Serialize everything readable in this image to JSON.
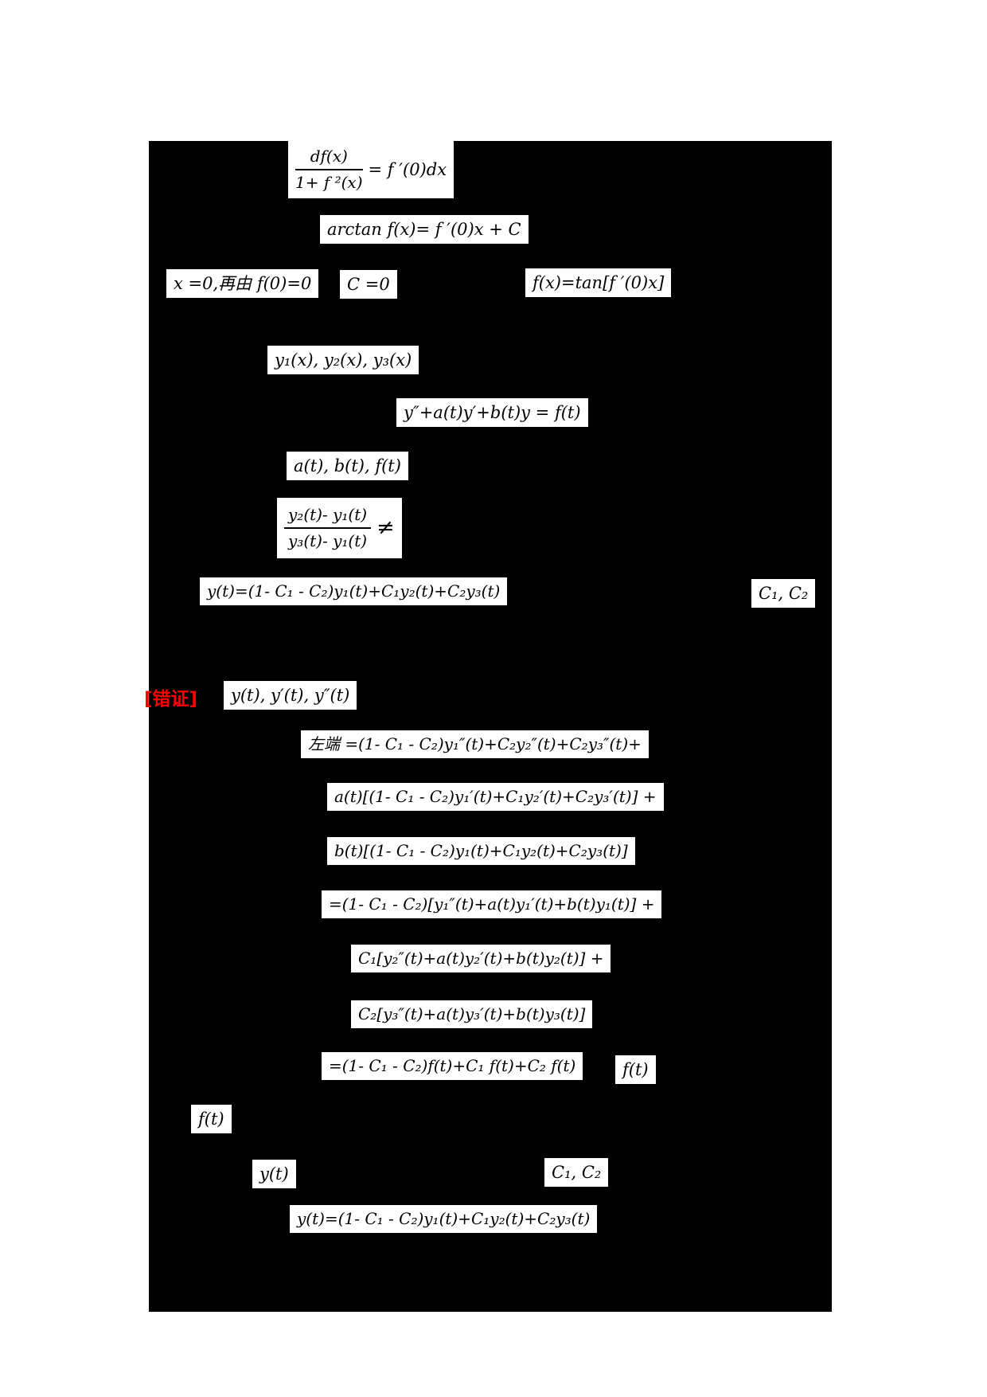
{
  "page": {
    "background": "#ffffff",
    "board_background": "#000000",
    "formula_box_background": "#ffffff",
    "formula_text_color": "#000000",
    "error_label_color": "#ff0000"
  },
  "formulas": {
    "f1": {
      "numerator": "df(x)",
      "denominator": "1+ f ²(x)",
      "rhs": "= f ′(0)dx"
    },
    "f2": "arctan f(x)= f ′(0)x + C",
    "f3a": "x =0,再由 f(0)=0",
    "f3b": "C =0",
    "f3c": "f(x)=tan[f ′(0)x]",
    "f4": "y₁(x), y₂(x), y₃(x)",
    "f5": "y″+a(t)y′+b(t)y = f(t)",
    "f6": "a(t), b(t), f(t)",
    "f7": {
      "numerator": "y₂(t)- y₁(t)",
      "denominator": "y₃(t)- y₁(t)",
      "rhs": "≠"
    },
    "f8": "y(t)=(1- C₁ - C₂)y₁(t)+C₁y₂(t)+C₂y₃(t)",
    "f8_right": "C₁, C₂",
    "error_label": "[错证]",
    "f9": "y(t), y′(t), y″(t)",
    "f10": "左端 =(1- C₁ - C₂)y₁″(t)+C₂y₂″(t)+C₂y₃″(t)+",
    "f11": "a(t)[(1- C₁ - C₂)y₁′(t)+C₁y₂′(t)+C₂y₃′(t)] +",
    "f12": "b(t)[(1- C₁ - C₂)y₁(t)+C₁y₂(t)+C₂y₃(t)]",
    "f13": "=(1- C₁ - C₂)[y₁″(t)+a(t)y₁′(t)+b(t)y₁(t)] +",
    "f14": "C₁[y₂″(t)+a(t)y₂′(t)+b(t)y₂(t)] +",
    "f15": "C₂[y₃″(t)+a(t)y₃′(t)+b(t)y₃(t)]",
    "f16": "=(1- C₁ - C₂)f(t)+C₁ f(t)+C₂ f(t)",
    "f16_right": "f(t)",
    "f17": "f(t)",
    "f18a": "y(t)",
    "f18b": "C₁, C₂",
    "f19": "y(t)=(1- C₁ - C₂)y₁(t)+C₁y₂(t)+C₂y₃(t)"
  }
}
